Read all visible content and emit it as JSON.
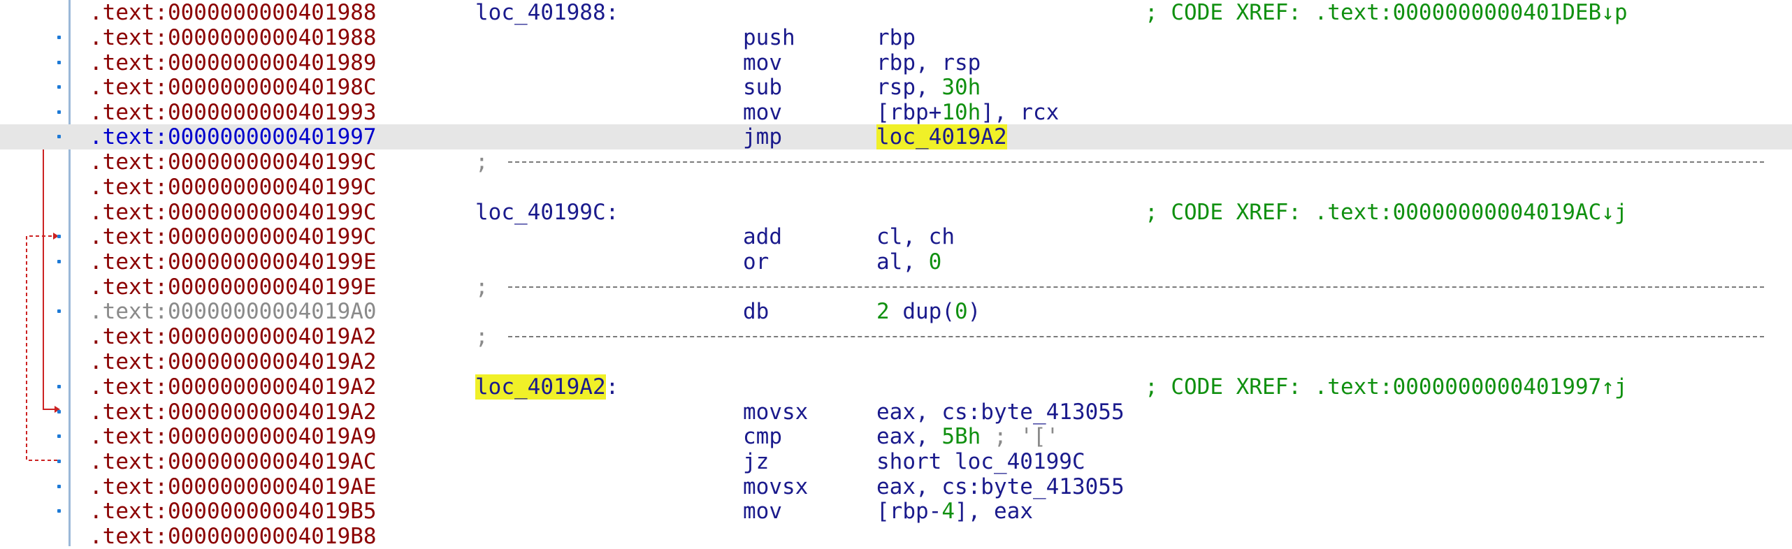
{
  "listing": {
    "rows": [
      {
        "addr": ".text:0000000000401988",
        "label": "loc_401988:",
        "xref": "; CODE XREF: .text:0000000000401DEB↓p"
      },
      {
        "addr": ".text:0000000000401988",
        "mnem": "push",
        "ops": "rbp"
      },
      {
        "addr": ".text:0000000000401989",
        "mnem": "mov",
        "ops": "rbp, rsp"
      },
      {
        "addr": ".text:000000000040198C",
        "mnem": "sub",
        "ops_a": "rsp, ",
        "ops_num": "30h"
      },
      {
        "addr": ".text:0000000000401993",
        "mnem": "mov",
        "ops_a": "[rbp+",
        "ops_num": "10h",
        "ops_b": "], rcx"
      },
      {
        "addr": ".text:0000000000401997",
        "mnem": "jmp",
        "ops_hl": "loc_4019A2"
      },
      {
        "addr": ".text:000000000040199C",
        "sep": ";"
      },
      {
        "addr": ".text:000000000040199C"
      },
      {
        "addr": ".text:000000000040199C",
        "label": "loc_40199C:",
        "xref": "; CODE XREF: .text:00000000004019AC↓j"
      },
      {
        "addr": ".text:000000000040199C",
        "mnem": "add",
        "ops": "cl, ch"
      },
      {
        "addr": ".text:000000000040199E",
        "mnem": "or",
        "ops_a": "al, ",
        "ops_num": "0"
      },
      {
        "addr": ".text:000000000040199E",
        "sep": ";"
      },
      {
        "addr": ".text:00000000004019A0",
        "mnem": "db",
        "ops_num": "2",
        "ops_b": " dup(",
        "ops_num2": "0",
        "ops_c": ")"
      },
      {
        "addr": ".text:00000000004019A2",
        "sep": ";"
      },
      {
        "addr": ".text:00000000004019A2"
      },
      {
        "addr": ".text:00000000004019A2",
        "label_hl": "loc_4019A2",
        "label_tail": ":",
        "xref": "; CODE XREF: .text:0000000000401997↑j"
      },
      {
        "addr": ".text:00000000004019A2",
        "mnem": "movsx",
        "ops": "eax, cs:byte_413055"
      },
      {
        "addr": ".text:00000000004019A9",
        "mnem": "cmp",
        "ops_a": "eax, ",
        "ops_num": "5Bh",
        "ops_cmt": " ; '['"
      },
      {
        "addr": ".text:00000000004019AC",
        "mnem": "jz",
        "ops": "short loc_40199C"
      },
      {
        "addr": ".text:00000000004019AE",
        "mnem": "movsx",
        "ops": "eax, cs:byte_413055"
      },
      {
        "addr": ".text:00000000004019B5",
        "mnem": "mov",
        "ops_a": "[rbp-",
        "ops_num": "4",
        "ops_b": "], eax"
      },
      {
        "addr": ".text:00000000004019B8"
      }
    ]
  },
  "colors": {
    "address": "#8b0000",
    "mnemonic": "#1a1a8c",
    "number": "#109010",
    "comment": "#8a8a8a",
    "highlight": "#f0f028",
    "selection": "#e6e6e6",
    "jump_arrow": "#cc2222"
  }
}
